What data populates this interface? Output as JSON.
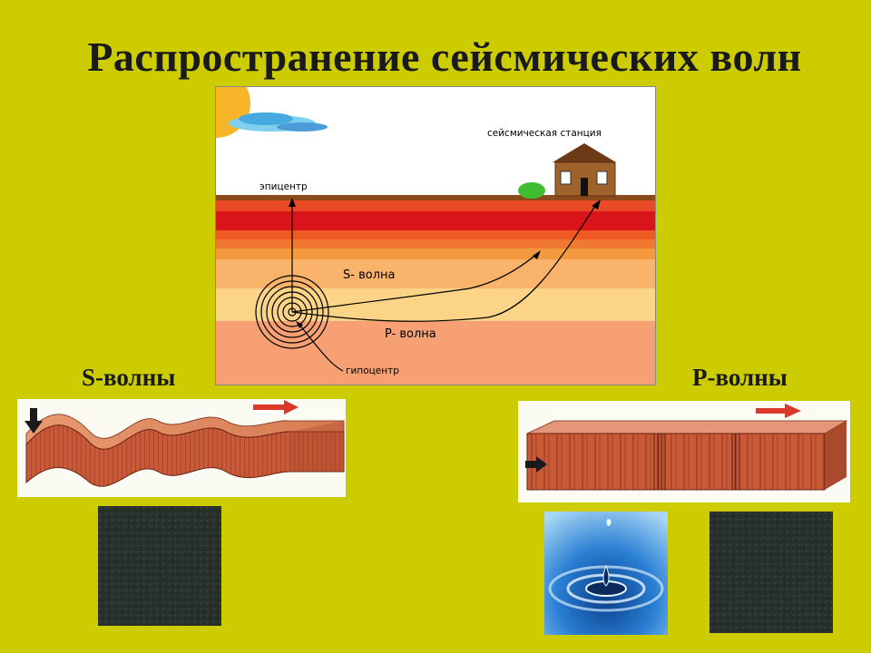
{
  "title": "Распространение сейсмических волн",
  "diagram": {
    "epicenter_label": "эпицентр",
    "station_label": "сейсмическая станция",
    "s_wave_label": "S- волна",
    "p_wave_label": "P- волна",
    "hypocenter_label": "гипоцентр"
  },
  "s_waves": {
    "label": "S-волны"
  },
  "p_waves": {
    "label": "P-волны"
  },
  "colors": {
    "background": "#cccc00",
    "arrow_red": "#d9382a",
    "rock_orange": "#c85a3a",
    "stone_dark": "#27302b",
    "water_blue": "#1f72c9"
  }
}
